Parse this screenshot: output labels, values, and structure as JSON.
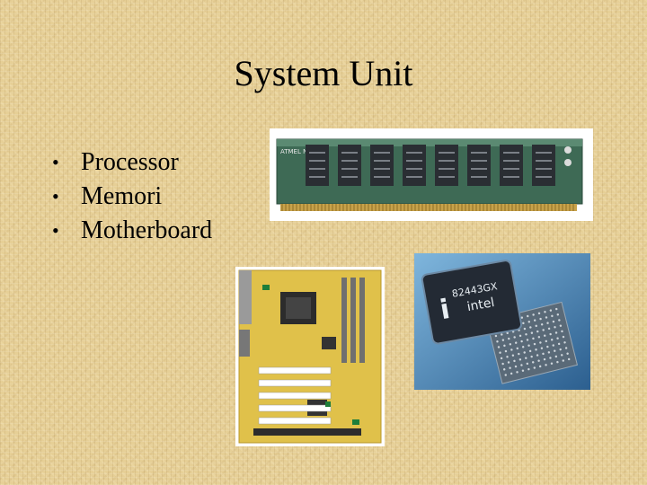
{
  "slide": {
    "title": "System Unit",
    "bullets": [
      "Processor",
      "Memori",
      "Motherboard"
    ],
    "bullet_glyph": "•"
  },
  "images": {
    "ram": {
      "label_text": "ATMEL NKC"
    },
    "cpu": {
      "logo_letter": "i",
      "chip_code": "82443GX",
      "brand": "intel"
    }
  },
  "colors": {
    "background": "#e6cf96",
    "ram_board": "#3e6a55",
    "chip": "#2a2e33",
    "gold_pins": "#c8a24a",
    "mobo_board": "#e0c14a",
    "cpu_background": "#4a88bb"
  }
}
